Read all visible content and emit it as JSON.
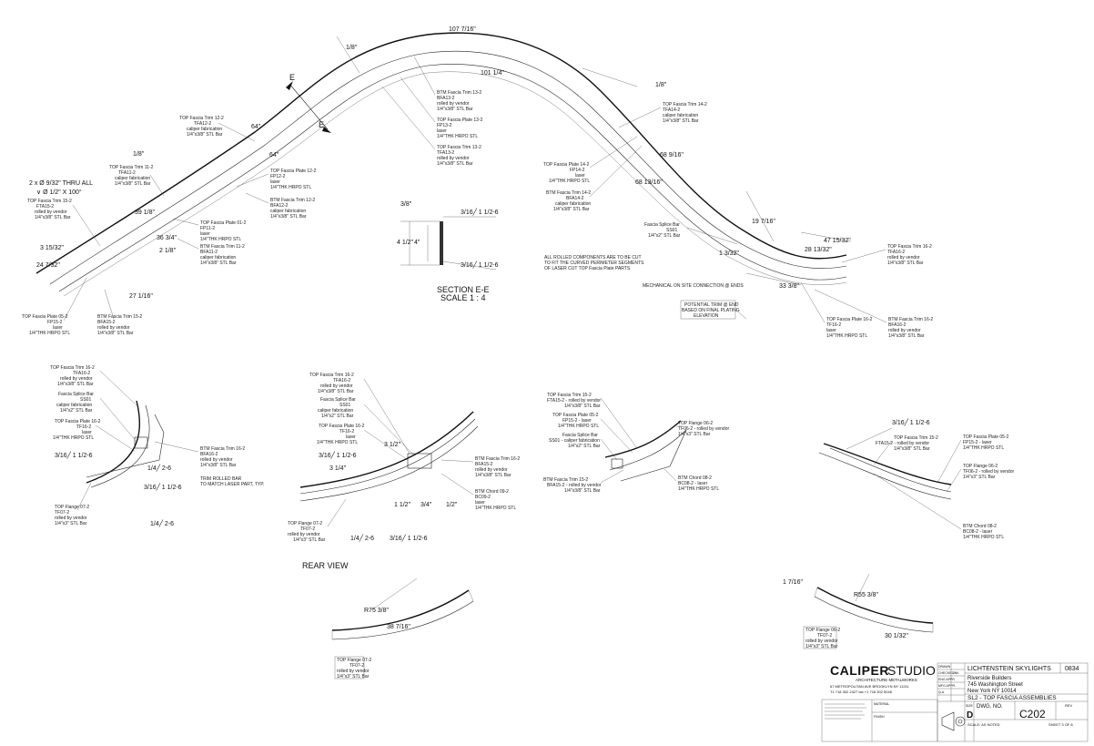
{
  "main_plan": {
    "dims": {
      "arc_top": "107 7/16\"",
      "arc_inner": "101 1/4\"",
      "frac_1_8_a": "1/8\"",
      "frac_1_8_b": "1/8\"",
      "frac_1_8_c": "1/8\"",
      "d64a": "64\"",
      "d64b": "64\"",
      "d68_9_16": "68 9/16\"",
      "d68_13_16": "68 13/16\"",
      "d39_1_8": "39 1/8\"",
      "d36_3_4": "36 3/4\"",
      "d2_1_8": "2 1/8\"",
      "d3_15_32": "3 15/32\"",
      "d24_7_32": "24 7/32\"",
      "d27_1_16": "27 1/16\"",
      "d19_7_16": "19 7/16\"",
      "d47_15_32": "47 15/32\"",
      "d28_13_32": "28 13/32\"",
      "d1_3_32": "1 3/32\"",
      "d33_3_8": "33 3/8\"",
      "holes": "2 x Ø 9/32\" THRU ALL",
      "csink": "∨ Ø 1/2\" X 100°",
      "E": "E"
    },
    "labels": {
      "btm13": [
        "BTM Fascia Trim 13-2",
        "BFA13-2",
        "rolled by vendor",
        "1/4\"x3/8\" STL Bar"
      ],
      "topplate13": [
        "TOP Fascia Plate 13-2",
        "FP13-2",
        "laser",
        "1/4\"THK HRPO STL"
      ],
      "top13": [
        "TOP Fascia Trim 13-2",
        "TFA13-2",
        "rolled by vendor",
        "1/4\"x3/8\" STL Bar"
      ],
      "top12": [
        "TOP Fascia Trim 12-2",
        "TFA12-2",
        "caliper fabrication",
        "1/4\"x3/8\" STL Bar"
      ],
      "topplate12": [
        "TOP Fascia Plate 12-2",
        "FP12-2",
        "laser",
        "1/4\"THK HRPO STL"
      ],
      "btm12": [
        "BTM Fascia Trim 12-2",
        "BFA12-2",
        "caliper fabrication",
        "1/4\"x3/8\" STL Bar"
      ],
      "top11": [
        "TOP Fascia Trim 11-2",
        "TFA11-2",
        "caliper fabrication",
        "1/4\"x3/8\" STL Bar"
      ],
      "topplate01": [
        "TOP Fascia Plate 01-2",
        "FP11-2",
        "laser",
        "1/4\"THK HRPO STL"
      ],
      "btm11": [
        "BTM Fascia Trim 11-2",
        "BFA11-2",
        "caliper fabrication",
        "1/4\"x3/8\" STL Bar"
      ],
      "top15": [
        "TOP Fascia Trim 15-2",
        "FTA15-2",
        "rolled by vendor",
        "1/4\"x3/8\" STL Bar"
      ],
      "topplate05": [
        "TOP Fascia Plate 05-2",
        "FP15-2",
        "laser",
        "1/4\"THK HRPO STL"
      ],
      "btm15": [
        "BTM Fascia Trim 15-2",
        "BFA15-2",
        "rolled by vendor",
        "1/4\"x3/8\" STL Bar"
      ],
      "top14": [
        "TOP Fascia Trim 14-2",
        "TFA14-2",
        "caliper fabrication",
        "1/4\"x3/8\" STL Bar"
      ],
      "topplate14": [
        "TOP Fascia Plate 14-2",
        "FP14-2",
        "laser",
        "1/4\"THK HRPO STL"
      ],
      "btm14": [
        "BTM Fascia Trim 14-2",
        "BFA14-2",
        "caliper fabrication",
        "1/4\"x3/8\" STL Bar"
      ],
      "splice": [
        "Fascia Splice Bar",
        "SS01",
        "1/4\"x2\" STL Bar"
      ],
      "top16": [
        "TOP Fascia Trim 16-2",
        "TFA16-2",
        "rolled by vendor",
        "1/4\"x3/8\" STL Bar"
      ],
      "topplate16": [
        "TOP Fascia Plate 16-2",
        "TF16-2",
        "laser",
        "1/4\"THK HRPO STL"
      ],
      "btm16": [
        "BTM Fascia Trim 16-2",
        "BFA16-2",
        "rolled by vendor",
        "1/4\"x3/8\" STL Bar"
      ],
      "note_rolled": [
        "ALL ROLLED COMPONENTS ARE TO BE CUT",
        "TO FIT THE CURVED PERIMETER SEGMENTS",
        "OF LASER CUT TOP Fascia Plate PARTS"
      ],
      "mech": "MECHANICAL ON SITE CONNECTION @ ENDS",
      "trim": [
        "POTENTIAL TRIM @ END",
        "BASED ON FINAL PLATING",
        "ELEVATION"
      ]
    }
  },
  "section": {
    "title": "SECTION E-E",
    "scale": "SCALE 1 : 4",
    "d3_8": "3/8\"",
    "d4_1_2": "4 1/2\"",
    "d4": "4\"",
    "weld1": "3/16╱ 1 1/2-6",
    "weld2": "3/16╱ 1 1/2-6"
  },
  "details": {
    "d1": {
      "top16": [
        "TOP Fascia Trim 16-2",
        "TFA16-2",
        "rolled by vendor",
        "1/4\"x3/8\" STL Bar"
      ],
      "splice": [
        "Fascia Splice Bar",
        "SS01",
        "caliper fabrication",
        "1/4\"x2\" STL Bar"
      ],
      "plate": [
        "TOP Fascia Plate 16-2",
        "TF16-2",
        "laser",
        "1/4\"THK HRPO STL"
      ],
      "btm": [
        "BTM Fascia Trim 16-2",
        "BFA16-2",
        "rolled by vendor",
        "1/4\"x3/8\" STL Bar"
      ],
      "flange": [
        "TOP Flange 07-2",
        "TF07-2",
        "rolled by vendor",
        "1/4\"x3\" STL Bar"
      ],
      "trimnote": [
        "TRIM ROLLED BAR",
        "TO MATCH LASER PART, TYP."
      ],
      "w1": "3/16╱ 1 1/2-6",
      "w2": "1/4╱ 2-6",
      "w3": "3/16╱ 1 1/2-6",
      "w4": "1/4╱ 2-6"
    },
    "d2": {
      "top16": [
        "TOP Fascia Trim 16-2",
        "TFA16-2",
        "rolled by vendor",
        "1/4\"x3/8\" STL Bar"
      ],
      "splice": [
        "Fascia Splice Bar",
        "SS01",
        "caliper fabrication",
        "1/4\"x2\" STL Bar"
      ],
      "plate": [
        "TOP Fascia Plate 16-2",
        "TF16-2",
        "laser",
        "1/4\"THK HRPO STL"
      ],
      "btm": [
        "BTM Fascia Trim 16-2",
        "BFA15-2",
        "rolled by vendor",
        "1/4\"x3/8\" STL Bar"
      ],
      "chord": [
        "BTM Chord 09-2",
        "BC09-2",
        "laser",
        "1/4\"THK HRPO STL"
      ],
      "flange": [
        "TOP Flange 07-2",
        "TF07-2",
        "rolled by vendor",
        "1/4\"x3\" STL Bar"
      ],
      "w1": "3/16╱ 1 1/2-6",
      "d3_1_4": "3 1/4\"",
      "d3_1_2": "3 1/2\"",
      "d1_1_2": "1 1/2\"",
      "d3_4": "3/4\"",
      "d1_2": "1/2\"",
      "w2": "1/4╱ 2-6",
      "w3": "3/16╱ 1 1/2-6",
      "rear": "REAR VIEW"
    },
    "d3": {
      "trim15": [
        "TOP Fascia Trim 15-2",
        "FTA15-2 - rolled by vendor",
        "1/4\"x3/8\" STL Bar"
      ],
      "plate05": [
        "TOP Fascia Plate 05-2",
        "FP15-2 - laser",
        "1/4\"THK HRPO STL"
      ],
      "splice": [
        "Fascia Splice Bar",
        "SS01 - caliper fabrication",
        "1/4\"x2\" STL Bar"
      ],
      "btm15": [
        "BTM Fascia Trim 15-2",
        "BFA15-2 - rolled by vendor",
        "1/4\"x3/8\" STL Bar"
      ],
      "flange": [
        "TOP Flange 06-2",
        "TF06-2 - rolled by vendor",
        "1/4\"x3\" STL Bar"
      ],
      "chord": [
        "BTM Chord 08-2",
        "BC08-2 - laser",
        "1/4\"THK HRPO STL"
      ]
    },
    "d4": {
      "w1": "3/16╱ 1 1/2-6",
      "trim15": [
        "TOP Fascia Trim 15-2",
        "FTA15-2 - rolled by vendor",
        "1/4\"x3/8\" STL Bar"
      ],
      "plate05": [
        "TOP Fascia Plate 05-2",
        "FP15-2 - laser",
        "1/4\"THK HRPO STL"
      ],
      "flange": [
        "TOP Flange 06-2",
        "TF06-2 - rolled by vendor",
        "1/4\"x3\" STL Bar"
      ],
      "chord": [
        "BTM Chord 08-2",
        "BC08-2 - laser",
        "1/4\"THK HRPO STL"
      ]
    },
    "d5": {
      "r": "R75 3/8\"",
      "len": "38 7/16\"",
      "tag": [
        "TOP Flange 07-2",
        "TF07-2",
        "rolled by vendor",
        "1/4\"x3\" STL Bar"
      ]
    },
    "d6": {
      "d": "1 7/16\"",
      "r": "R55 3/8\"",
      "len": "30 1/32\"",
      "tag": [
        "TOP Flange 06-2",
        "TF07-2",
        "rolled by vendor",
        "1/4\"x3\" STL Bar"
      ]
    }
  },
  "title_block": {
    "logo": "CALIPER",
    "logo_studio": "STUDIO",
    "tagline": "ARCHITECTURE   METALWORKS",
    "address": "67 METROPOLITAN AVE  BROOKLYN  NY  11211",
    "phone": "T1 718 302 2427     fax +1 718 302 5046",
    "project": "LICHTENSTEIN SKYLIGHTS",
    "job_no": "0834",
    "client": "Riverside Builders",
    "street": "745 Washington Street",
    "city": "New York NY 10014",
    "sheet_title": "SL2 - TOP FASCIA ASSEMBLIES",
    "size_label": "SIZE",
    "size": "D",
    "dwg_label": "DWG. NO.",
    "dwg": "C202",
    "rev_label": "REV",
    "scale_label": "SCALE: AS NOTED",
    "sheet": "SHEET 3 OF 8",
    "material_label": "MATERIAL",
    "finish_label": "FINISH",
    "rows": [
      "DRAWN",
      "CHECKED",
      "ENG APPR.",
      "MFG APPR.",
      "Q.A."
    ],
    "dates": [
      "",
      "JNK",
      "",
      "",
      ""
    ]
  }
}
